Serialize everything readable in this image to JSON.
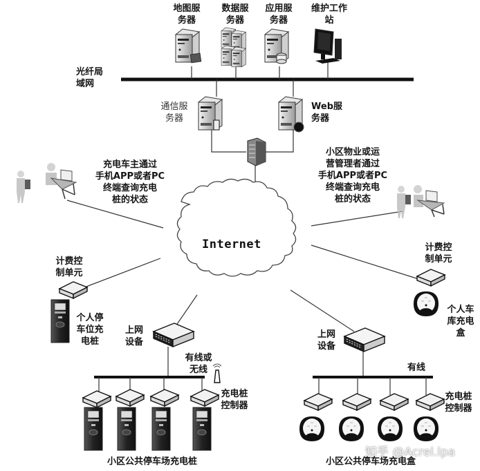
{
  "diagram": {
    "type": "network-topology",
    "lan": {
      "label": "光纤局域网"
    },
    "lan_servers": [
      {
        "id": "map-server",
        "label": "地图服务器"
      },
      {
        "id": "data-server",
        "label": "数据服务器"
      },
      {
        "id": "app-server",
        "label": "应用服务器"
      },
      {
        "id": "maintenance-workstation",
        "label": "维护工作站"
      }
    ],
    "comm_server": {
      "label": "通信服务器"
    },
    "web_server": {
      "label": "Web服务器"
    },
    "firewall": {
      "label": ""
    },
    "internet": {
      "label": "Internet"
    },
    "owner_query": {
      "text_lines": [
        "充电车主通过",
        "手机APP或者PC",
        "终端查询充电",
        "桩的状态"
      ]
    },
    "manager_query": {
      "text_lines": [
        "小区物业或运",
        "营管理者通过",
        "手机APP或者PC",
        "终端查询充电",
        "桩的状态"
      ]
    },
    "left_billing": {
      "label_lines": [
        "计费控",
        "制单元"
      ]
    },
    "left_personal_pile": {
      "label_lines": [
        "个人停",
        "车位充",
        "电桩"
      ]
    },
    "right_billing": {
      "label_lines": [
        "计费控",
        "制单元"
      ]
    },
    "right_personal_box": {
      "label_lines": [
        "个人车",
        "库充电",
        "盒"
      ]
    },
    "left_gateway": {
      "label_lines": [
        "上网",
        "设备"
      ],
      "link_label_lines": [
        "有线或",
        "无线"
      ]
    },
    "right_gateway": {
      "label_lines": [
        "上网",
        "设备"
      ],
      "link_label": "有线"
    },
    "left_controllers": {
      "label_lines": [
        "充电桩",
        "控制器"
      ],
      "count": 4
    },
    "right_controllers": {
      "label_lines": [
        "充电桩",
        "控制器"
      ],
      "count": 4
    },
    "public_piles": {
      "caption": "小区公共停车场充电桩",
      "count": 4
    },
    "public_boxes": {
      "caption": "小区公共停车场充电盒",
      "count": 4
    },
    "edges": [
      [
        "map-server",
        "lan"
      ],
      [
        "data-server",
        "lan"
      ],
      [
        "app-server",
        "lan"
      ],
      [
        "maintenance-workstation",
        "lan"
      ],
      [
        "lan",
        "comm-server"
      ],
      [
        "lan",
        "web-server"
      ],
      [
        "comm-server",
        "firewall"
      ],
      [
        "web-server",
        "firewall"
      ],
      [
        "firewall",
        "internet"
      ],
      [
        "owner-query",
        "internet"
      ],
      [
        "manager-query",
        "internet"
      ],
      [
        "internet",
        "left-billing"
      ],
      [
        "internet",
        "right-billing"
      ],
      [
        "internet",
        "left-gateway"
      ],
      [
        "internet",
        "right-gateway"
      ],
      [
        "left-gateway",
        "left-bus"
      ],
      [
        "right-gateway",
        "right-bus"
      ]
    ]
  },
  "watermark": "知乎 @Acrel.lpa"
}
